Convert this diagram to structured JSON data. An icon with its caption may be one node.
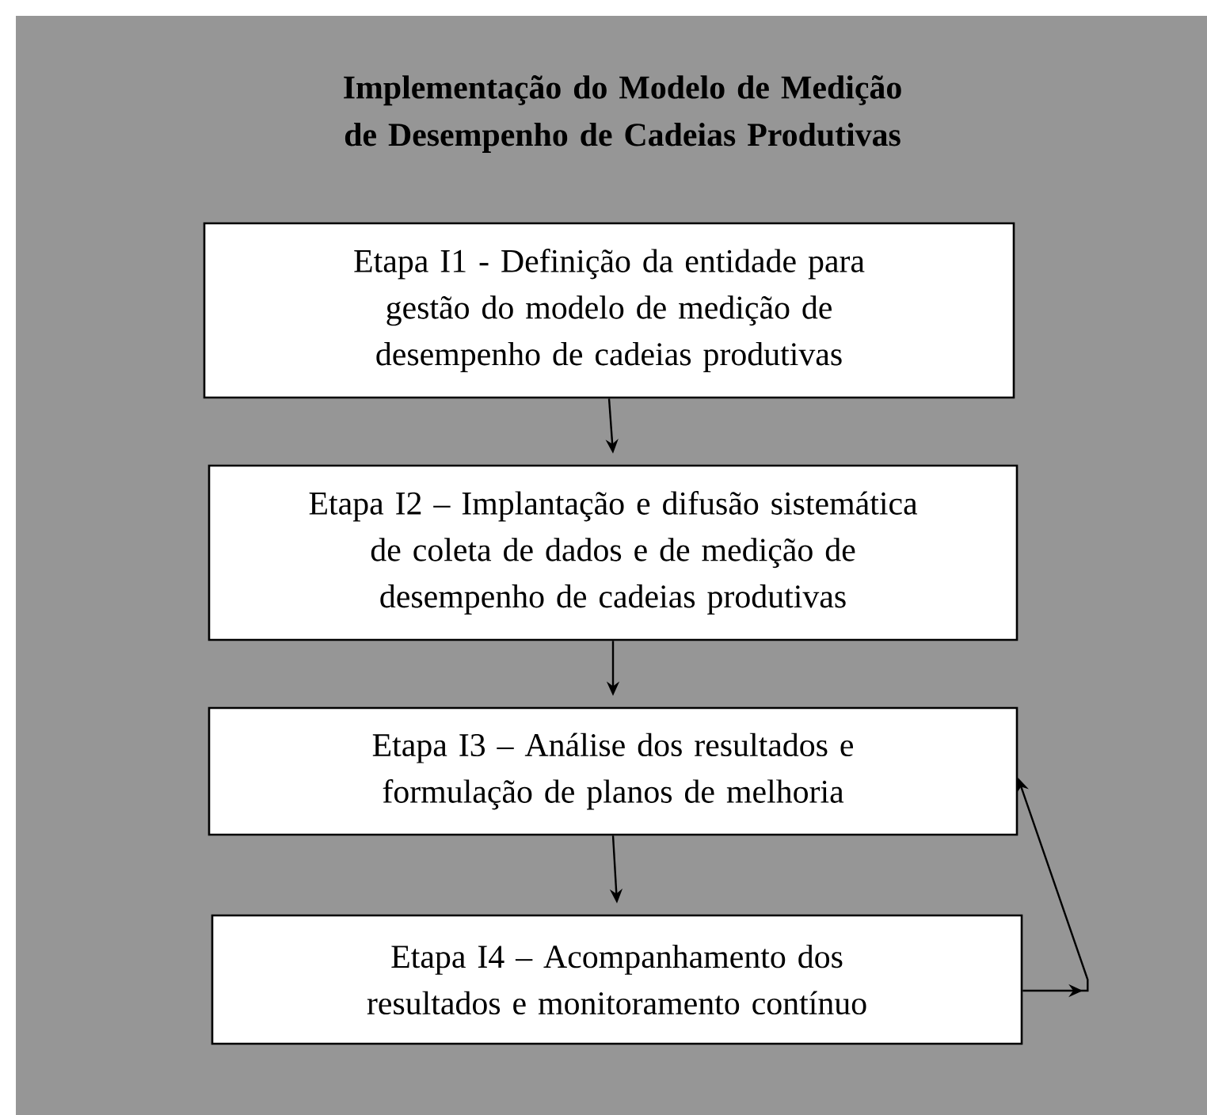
{
  "diagram": {
    "title": "Implementação do Modelo de Medição de Desempenho de Cadeias Produtivas",
    "nodes": [
      {
        "text": [
          "Etapa I1 - Definição da entidade para gestão do modelo de medição de desempenho de cadeias produtivas"
        ]
      },
      {
        "text": [
          "Etapa I2 – Implantação e difusão sistemática de coleta de dados e de medição de desempenho de cadeias produtivas"
        ]
      },
      {
        "text": [
          "Etapa I3 – Análise dos resultados e formulação de planos de melhoria"
        ]
      },
      {
        "text": [
          "Etapa I4 – Acompanhamento dos resultados e monitoramento contínuo"
        ]
      }
    ],
    "edges": [
      {
        "from": 0,
        "to": 1,
        "arrow": "to"
      },
      {
        "from": 1,
        "to": 2,
        "arrow": "to"
      },
      {
        "from": 2,
        "to": 3,
        "arrow": "to"
      },
      {
        "from": 3,
        "to": 2,
        "arrow": "to"
      }
    ]
  }
}
